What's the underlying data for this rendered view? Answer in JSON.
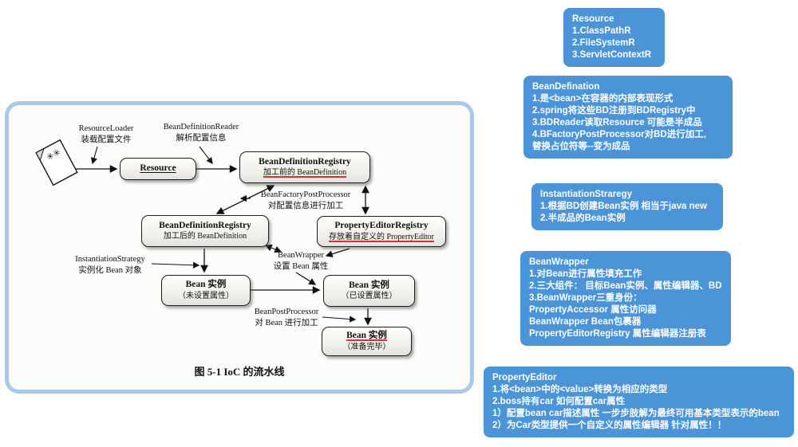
{
  "colors": {
    "note_bg": "#4b94d8",
    "frame_border": "#a9c9ea",
    "underline_red": "#cf3333"
  },
  "diagram": {
    "caption": "图 5-1   IoC 的流水线",
    "icon_marks": "✳✳",
    "labels": {
      "resource_loader": {
        "l1": "ResourceLoader",
        "l2": "装载配置文件"
      },
      "bean_definition_reader": {
        "l1": "BeanDefinitionReader",
        "l2": "解析配置信息"
      },
      "bean_factory_post_processor": {
        "l1": "BeanFactoryPostProcessor",
        "l2": "对配置信息进行加工"
      },
      "instantiation_strategy": {
        "l1": "InstantiationStrategy",
        "l2": "实例化 Bean 对象"
      },
      "bean_wrapper": {
        "l1": "BeanWrapper",
        "l2": "设置 Bean 属性"
      },
      "bean_post_processor": {
        "l1": "BeanPostProcessor",
        "l2": "对 Bean 进行加工"
      }
    },
    "nodes": {
      "resource": {
        "title": "Resource"
      },
      "bdr_before": {
        "title": "BeanDefinitionRegistry",
        "subtitle": "加工前的 BeanDefinition"
      },
      "bdr_after": {
        "title": "BeanDefinitionRegistry",
        "subtitle": "加工后的 BeanDefinition"
      },
      "per": {
        "title": "PropertyEditorRegistry",
        "subtitle": "存放着自定义的 PropertyEditor"
      },
      "bean_unset": {
        "l1": "Bean 实例",
        "l2": "（未设置属性）"
      },
      "bean_set": {
        "l1": "Bean 实例",
        "l2": "（已设置属性）"
      },
      "bean_ready": {
        "l1": "Bean 实例",
        "l2": "（准备完毕）"
      }
    }
  },
  "notes": [
    {
      "title": "Resource",
      "lines": [
        "1.ClassPathR",
        "2.FileSystemR",
        "3.ServletContextR"
      ]
    },
    {
      "title": "BeanDefination",
      "lines": [
        "1.是<bean>在容器的内部表现形式",
        "2.spring将这些BD注册到BDRegistry中",
        "3.BDReader读取Resource 可能是半成品",
        "4.BFactoryPostProcessor对BD进行加工,",
        "替换占位符等--变为成品"
      ]
    },
    {
      "title": "InstantiationStraregy",
      "lines": [
        "1.根据BD创建Bean实例 相当于java new",
        "2.半成品的Bean实例"
      ]
    },
    {
      "title": "BeanWrapper",
      "lines": [
        "1.对Bean进行属性填充工作",
        "2.三大组件： 目标Bean实例、属性编辑器、BD",
        "3.BeanWrapper三重身份：",
        "PropertyAccessor 属性访问器",
        "BeanWrapper Bean包裹器",
        "PropertyEditorRegistry 属性编辑器注册表"
      ]
    },
    {
      "title": "PropertyEditor",
      "lines": [
        "1.将<bean>中的<value>转换为相应的类型",
        "2.boss持有car 如何配置car属性",
        "1）配置bean car描述属性 一步步肢解为最终可用基本类型表示的bean",
        "2）为Car类型提供一个自定义的属性编辑器 针对属性！！"
      ]
    }
  ]
}
